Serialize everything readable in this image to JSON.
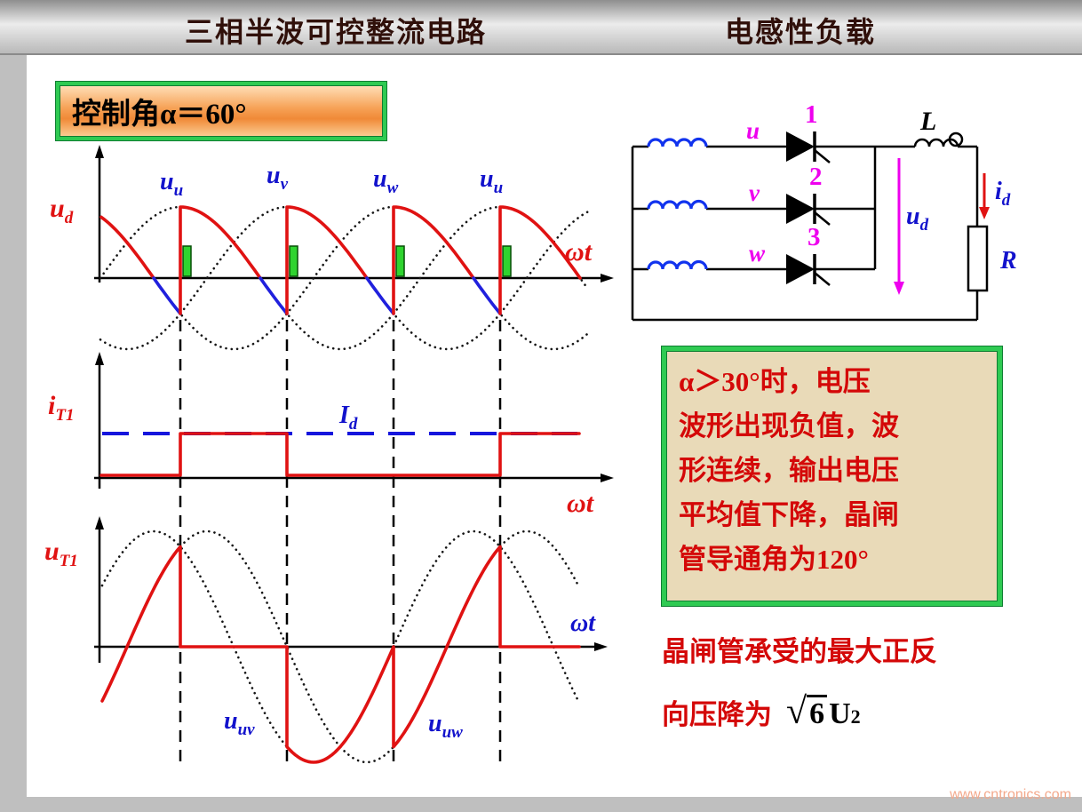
{
  "header": {
    "title_left": "三相半波可控整流电路",
    "title_right": "电感性负载"
  },
  "control_box": {
    "label": "控制角α＝60°"
  },
  "plot1": {
    "y_label": {
      "main": "u",
      "sub": "d"
    },
    "x_label": "ωt",
    "phase_labels": [
      {
        "main": "u",
        "sub": "u"
      },
      {
        "main": "u",
        "sub": "v"
      },
      {
        "main": "u",
        "sub": "w"
      },
      {
        "main": "u",
        "sub": "u"
      }
    ]
  },
  "plot2": {
    "y_label": {
      "main": "i",
      "sub": "T1"
    },
    "x_label": "ωt",
    "current_label": {
      "main": "I",
      "sub": "d"
    }
  },
  "plot3": {
    "y_label": {
      "main": "u",
      "sub": "T1"
    },
    "x_label": "ωt",
    "line_labels": [
      {
        "main": "u",
        "sub": "uv"
      },
      {
        "main": "u",
        "sub": "uw"
      }
    ]
  },
  "circuit": {
    "phase_labels": [
      "u",
      "v",
      "w"
    ],
    "thyristor_numbers": [
      "1",
      "2",
      "3"
    ],
    "inductor_label": "L",
    "resistor_label": "R",
    "current_label": {
      "main": "i",
      "sub": "d"
    },
    "output_label": {
      "main": "u",
      "sub": "d"
    }
  },
  "note_box": {
    "lines": [
      "α＞30°时，电压",
      "波形出现负值，波",
      "形连续，输出电压",
      "平均值下降，晶闸",
      "管导通角为120°"
    ]
  },
  "conclusion": {
    "line1": "晶闸管承受的最大正反",
    "line2": "向压降为",
    "formula": {
      "radical": "√",
      "radicand": "6",
      "symbol": "U",
      "sub": "2"
    }
  },
  "watermark": "www.cntronics.com",
  "colors": {
    "waveform_red": "#e01212",
    "waveform_blue": "#2020dd",
    "pulse_green": "#2fd42f",
    "label_blue": "#1212cc",
    "magenta": "#ee00ee",
    "note_red": "#d40808",
    "box_green": "#2fca52"
  }
}
